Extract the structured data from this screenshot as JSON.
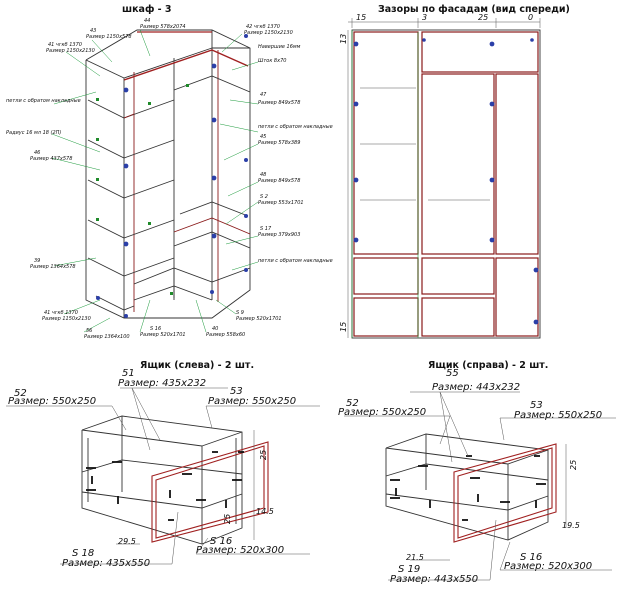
{
  "titles": {
    "cabinet": "шкаф - 3",
    "gaps": "Зазоры по фасадам (вид спереди)",
    "drawer_left": "Ящик (слева) - 2 шт.",
    "drawer_right": "Ящик (справа) - 2 шт."
  },
  "cabinet_labels": {
    "l41_top": "41 чгкб 1370",
    "l41_top_size": "Размер 1150x2130",
    "l43": "43",
    "l43_size": "Размер 1150x578",
    "l44": "44",
    "l44_size": "Размер 578x2074",
    "l42": "42 чгкб 1370",
    "l42_size": "Размер 1150x2130",
    "hanger": "Навершие 16мм",
    "rod": "Шток 8x70",
    "l47": "47",
    "l47_size": "Размер 849x578",
    "loop_left_1": "петли с обратом накладные",
    "loop_right_1": "петли с обратом накладные",
    "mirror": "Радиус 16 мл 18 (2П)",
    "l46": "46",
    "l46_size": "Размер 437x578",
    "l45": "45",
    "l45_size": "Размер 578x389",
    "l48": "48",
    "l48_size": "Размер 849x578",
    "s2": "S 2",
    "s2_size": "Размер 553x1701",
    "s17": "S 17",
    "s17_size": "Размер 379x903",
    "l39": "39",
    "l39_size": "Размер 1364x578",
    "loop_right_2": "петли с обратом накладные",
    "l41_bot": "41 чгкб 1370",
    "l41_bot_size": "Размер 1150x2130",
    "l56": "56",
    "l56_size": "Размер 1364x100",
    "s16": "S 16",
    "s16_size": "Размер 520x1701",
    "l40": "40",
    "l40_size": "Размер 558x60",
    "s9": "S 9",
    "s9_size": "Размер 520x1701"
  },
  "gap_dims": {
    "top_left": "15",
    "top_3": "3",
    "top_25": "25",
    "top_0": "0",
    "left_13": "13",
    "left_15": "15"
  },
  "drawer_left": {
    "p52": "52",
    "p52_size": "Размер: 550x250",
    "p51": "51",
    "p51_size": "Размер: 435x232",
    "p53": "53",
    "p53_size": "Размер: 550x250",
    "d25": "25",
    "d25b": "25",
    "d145": "14.5",
    "d295": "29.5",
    "s18": "S 18",
    "s18_size": "Размер: 435x550",
    "s16": "S 16",
    "s16_size": "Размер: 520x300"
  },
  "drawer_right": {
    "p52": "52",
    "p52_size": "Размер: 550x250",
    "p55": "55",
    "p55_size": "Размер: 443x232",
    "p53": "53",
    "p53_size": "Размер: 550x250",
    "d25": "25",
    "d195": "19.5",
    "d215": "21.5",
    "s19": "S 19",
    "s19_size": "Размер: 443x550",
    "s16": "S 16",
    "s16_size": "Размер: 520x300"
  }
}
